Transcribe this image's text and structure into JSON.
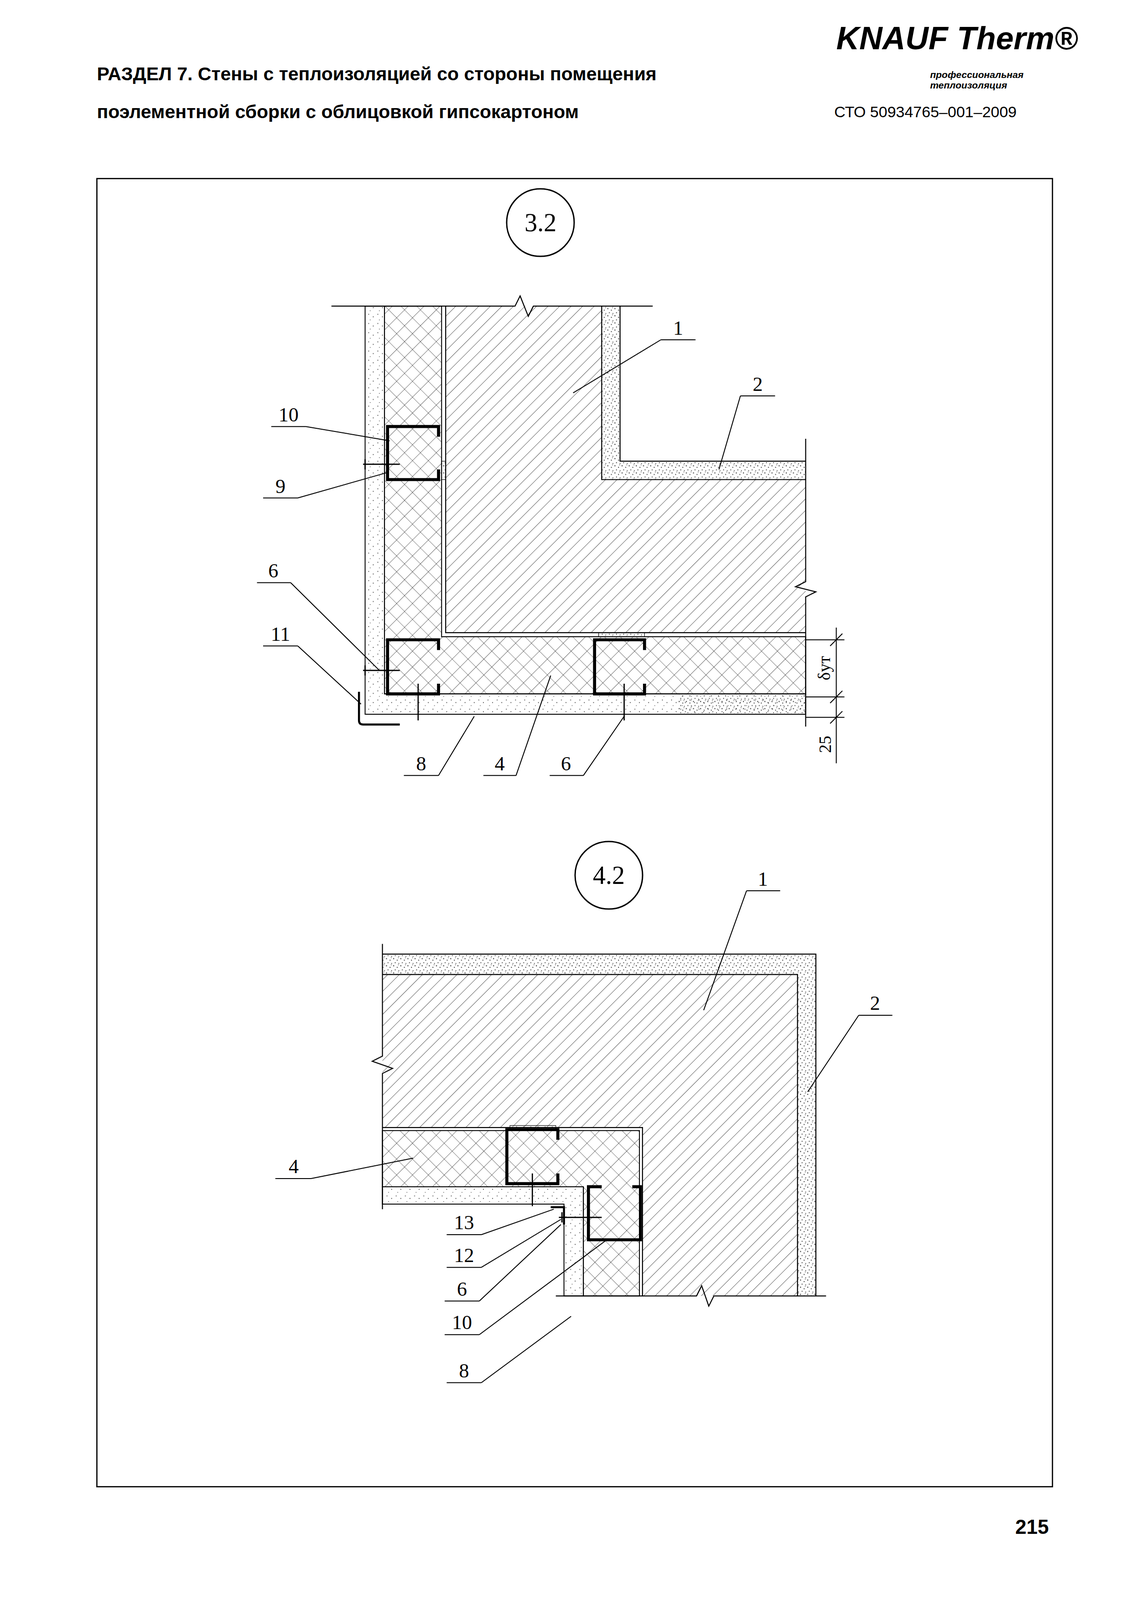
{
  "diagram": {
    "title": "РАЗДЕЛ 7. Стены с теплоизоляцией со стороны помещения поэлементной сборки с облицовкой гипсокартоном",
    "nodes": [
      {
        "text": [
          "3.2"
        ]
      },
      {
        "text": [
          "4.2"
        ]
      }
    ],
    "labels": [
      "KNAUF Therm®",
      "профессиональная теплоизоляция",
      "СТО 50934765–001–2009",
      "1",
      "2",
      "10",
      "9",
      "6",
      "11",
      "8",
      "4",
      "6",
      "δут",
      "25",
      "1",
      "2",
      "4",
      "13",
      "12",
      "6",
      "10",
      "8",
      "215"
    ]
  }
}
